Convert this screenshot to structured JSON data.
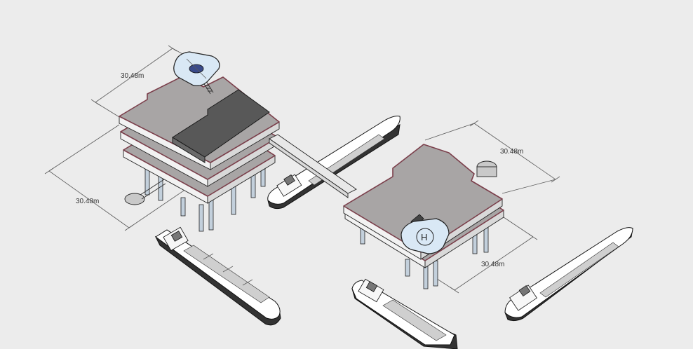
{
  "drawing": {
    "dimensions": [
      {
        "id": "left-platform-width",
        "label": "30.48m"
      },
      {
        "id": "left-platform-depth",
        "label": "30.48m"
      },
      {
        "id": "right-platform-width",
        "label": "30.48m"
      },
      {
        "id": "right-platform-depth",
        "label": "30.48m"
      }
    ]
  }
}
